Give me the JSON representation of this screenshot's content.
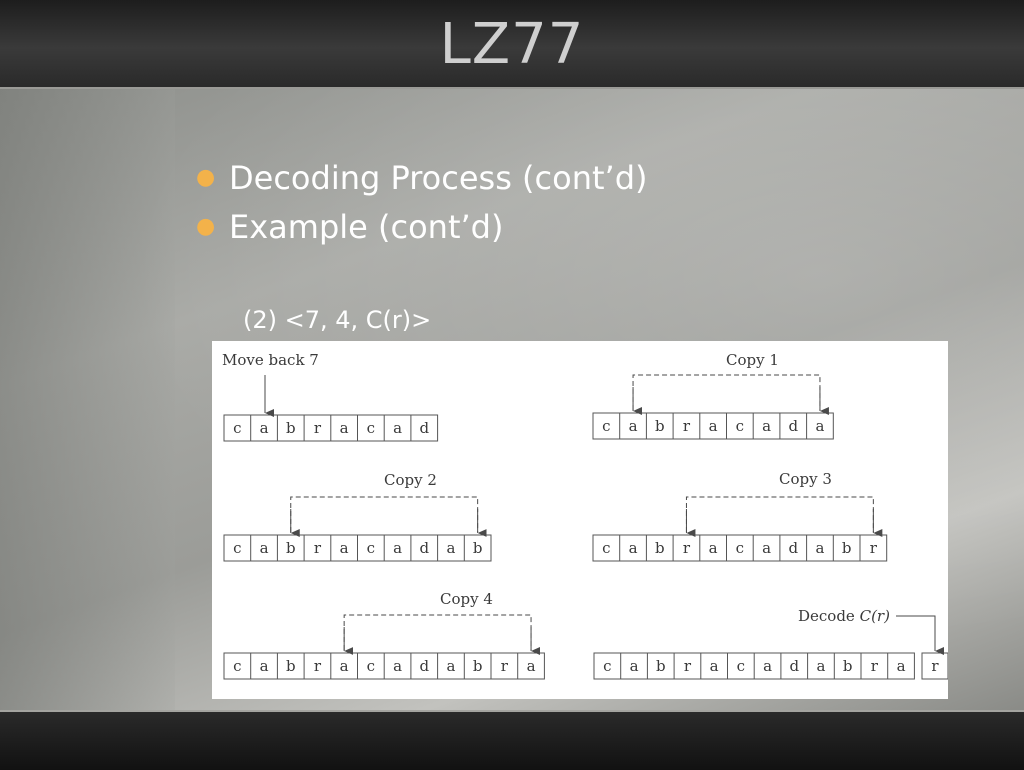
{
  "slide": {
    "title": "LZ77",
    "bullets": [
      "Decoding Process (cont’d)",
      "Example (cont’d)"
    ],
    "sub_label": "(2) <7, 4, C(r)>"
  },
  "colors": {
    "bullet": "#f3b24a",
    "text": "#ffffff",
    "title": "#cfcfcf"
  },
  "diagram": {
    "panels": [
      {
        "label": "Move back 7",
        "label_style": "plain",
        "cells": [
          "c",
          "a",
          "b",
          "r",
          "a",
          "c",
          "a",
          "d"
        ]
      },
      {
        "label": "Copy 1",
        "label_style": "bracket",
        "cells": [
          "c",
          "a",
          "b",
          "r",
          "a",
          "c",
          "a",
          "d",
          "a"
        ]
      },
      {
        "label": "Copy 2",
        "label_style": "bracket",
        "cells": [
          "c",
          "a",
          "b",
          "r",
          "a",
          "c",
          "a",
          "d",
          "a",
          "b"
        ]
      },
      {
        "label": "Copy 3",
        "label_style": "bracket",
        "cells": [
          "c",
          "a",
          "b",
          "r",
          "a",
          "c",
          "a",
          "d",
          "a",
          "b",
          "r"
        ]
      },
      {
        "label": "Copy 4",
        "label_style": "bracket",
        "cells": [
          "c",
          "a",
          "b",
          "r",
          "a",
          "c",
          "a",
          "d",
          "a",
          "b",
          "r",
          "a"
        ]
      },
      {
        "label": "Decode",
        "label_suffix": "C(r)",
        "label_style": "decode",
        "cells": [
          "c",
          "a",
          "b",
          "r",
          "a",
          "c",
          "a",
          "d",
          "a",
          "b",
          "r",
          "a"
        ],
        "separate_cell": "r"
      }
    ]
  }
}
